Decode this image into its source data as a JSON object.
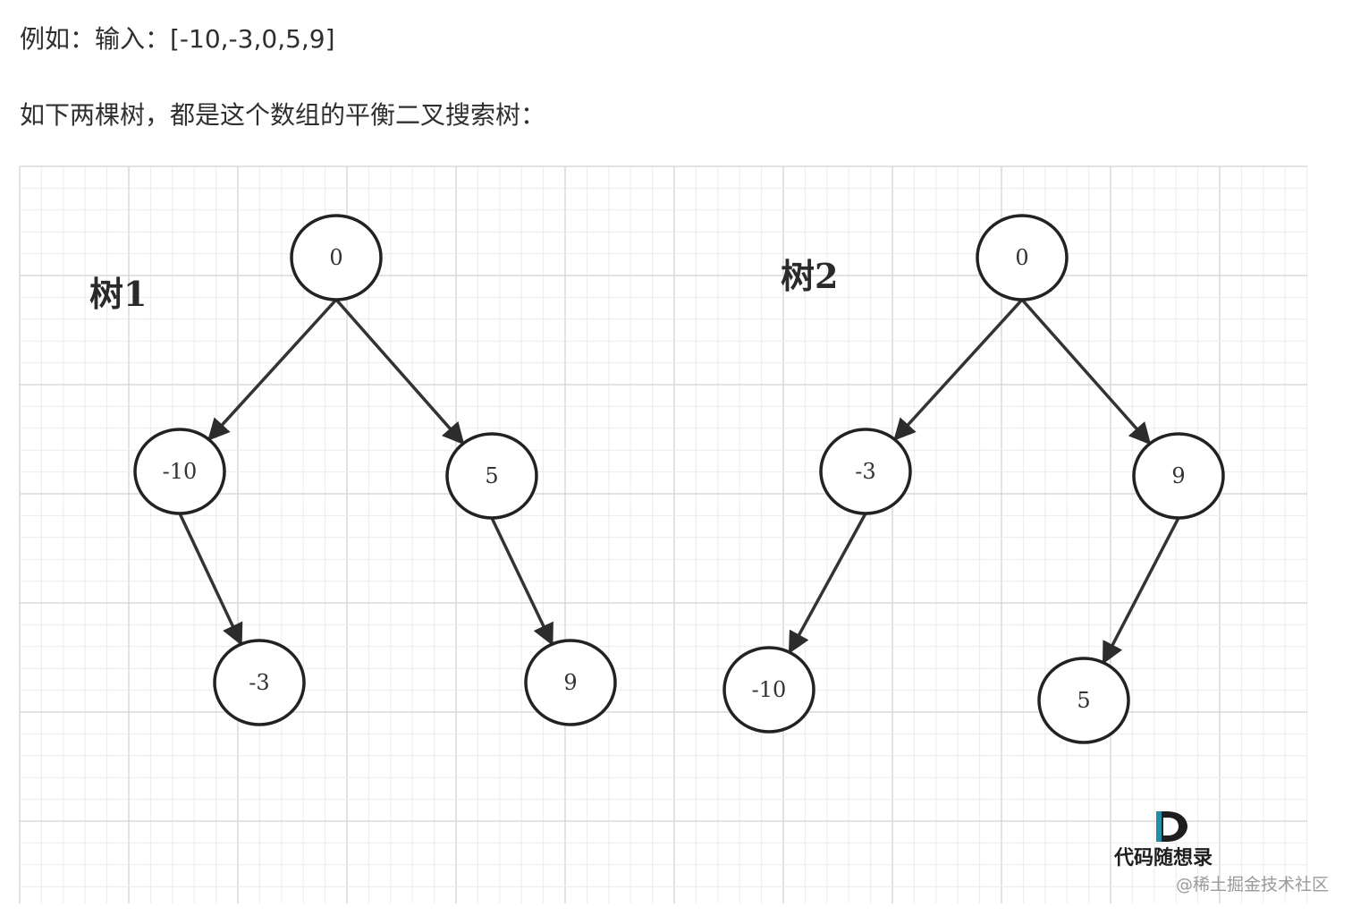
{
  "text": {
    "example_line": "例如：输入：[-10,-3,0,5,9]",
    "description_line": "如下两棵树，都是这个数组的平衡二叉搜索树："
  },
  "trees": [
    {
      "title": "树1",
      "nodes": [
        {
          "id": "t1-root",
          "label": "0"
        },
        {
          "id": "t1-left",
          "label": "-10"
        },
        {
          "id": "t1-right",
          "label": "5"
        },
        {
          "id": "t1-left-right",
          "label": "-3"
        },
        {
          "id": "t1-right-right",
          "label": "9"
        }
      ],
      "edges": [
        [
          "t1-root",
          "t1-left"
        ],
        [
          "t1-root",
          "t1-right"
        ],
        [
          "t1-left",
          "t1-left-right"
        ],
        [
          "t1-right",
          "t1-right-right"
        ]
      ]
    },
    {
      "title": "树2",
      "nodes": [
        {
          "id": "t2-root",
          "label": "0"
        },
        {
          "id": "t2-left",
          "label": "-3"
        },
        {
          "id": "t2-right",
          "label": "9"
        },
        {
          "id": "t2-left-left",
          "label": "-10"
        },
        {
          "id": "t2-right-left",
          "label": "5"
        }
      ],
      "edges": [
        [
          "t2-root",
          "t2-left"
        ],
        [
          "t2-root",
          "t2-right"
        ],
        [
          "t2-left",
          "t2-left-left"
        ],
        [
          "t2-right",
          "t2-right-left"
        ]
      ]
    }
  ],
  "logo": {
    "text": "代码随想录",
    "mark_color": "#1f8fa6"
  },
  "watermark": "@稀土掘金技术社区",
  "colors": {
    "grid_minor": "#ebebeb",
    "grid_major": "#dadada",
    "stroke": "#222222"
  }
}
